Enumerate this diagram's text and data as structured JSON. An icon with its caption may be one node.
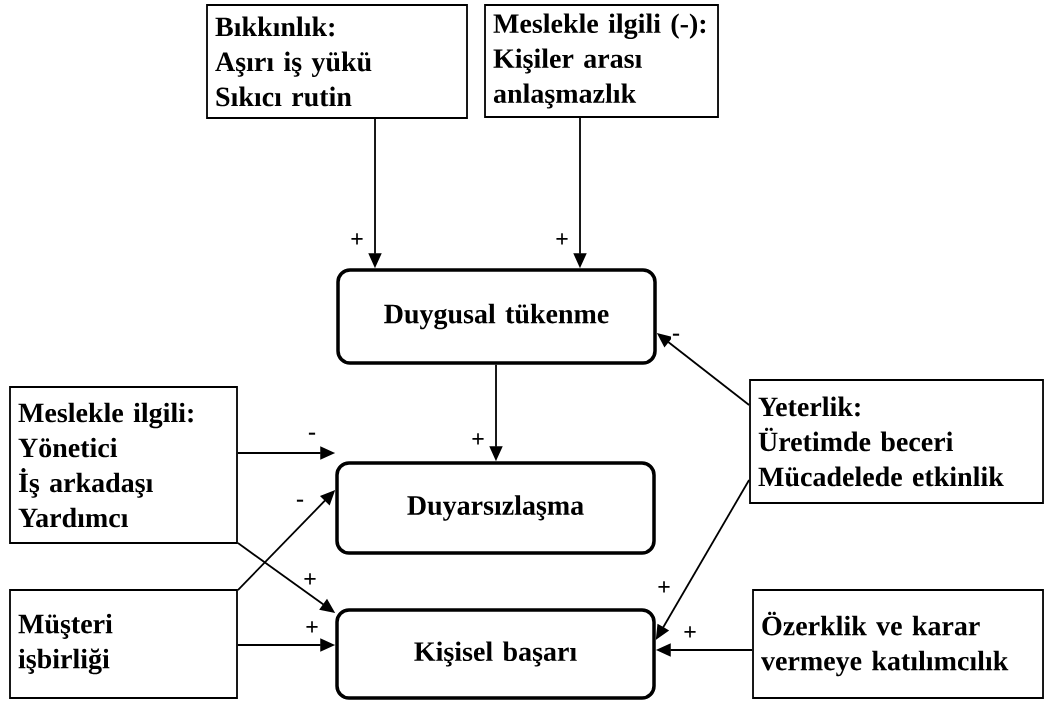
{
  "diagram": {
    "nodes": [
      {
        "text": [
          "Bıkkınlık:",
          "Aşırı iş yükü",
          "Sıkıcı rutin"
        ]
      },
      {
        "text": [
          "Meslekle ilgili (-):",
          "Kişiler arası anlaşmazlık"
        ]
      },
      {
        "text": [
          "Duygusal tükenme"
        ]
      },
      {
        "text": [
          "Meslekle ilgili:",
          "Yönetici",
          "İş arkadaşı",
          "Yardımcı"
        ]
      },
      {
        "text": [
          "Yeterlik:",
          "Üretimde beceri",
          "Mücadelede etkinlik"
        ]
      },
      {
        "text": [
          "Duyarsızlaşma"
        ]
      },
      {
        "text": [
          "Müşteri işbirliği"
        ]
      },
      {
        "text": [
          "Kişisel başarı"
        ]
      },
      {
        "text": [
          "Özerklik ve karar vermeye katılımcılık"
        ]
      }
    ],
    "edges": [
      {
        "from": 0,
        "to": 2,
        "arrow": "to",
        "label": "+"
      },
      {
        "from": 1,
        "to": 2,
        "arrow": "to",
        "label": "+"
      },
      {
        "from": 2,
        "to": 5,
        "arrow": "to",
        "label": "+"
      },
      {
        "from": 4,
        "to": 2,
        "arrow": "to",
        "label": "-"
      },
      {
        "from": 4,
        "to": 7,
        "arrow": "to",
        "label": "+"
      },
      {
        "from": 3,
        "to": 5,
        "arrow": "to",
        "label": "-"
      },
      {
        "from": 3,
        "to": 7,
        "arrow": "to",
        "label": "+"
      },
      {
        "from": 6,
        "to": 5,
        "arrow": "to",
        "label": "-"
      },
      {
        "from": 6,
        "to": 7,
        "arrow": "to",
        "label": "+"
      },
      {
        "from": 8,
        "to": 7,
        "arrow": "to",
        "label": "+"
      }
    ]
  }
}
